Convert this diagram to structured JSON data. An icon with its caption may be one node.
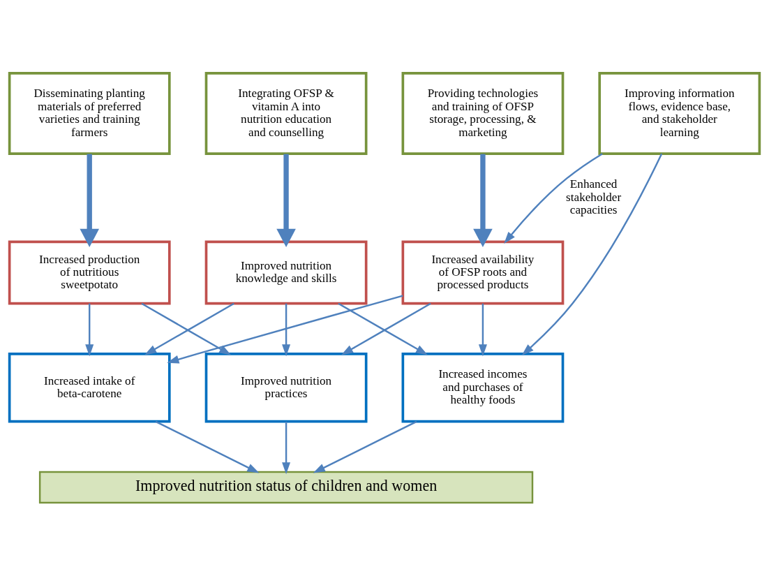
{
  "diagram": {
    "nodes": [
      {
        "text": [
          "Disseminating planting materials of preferred varieties and training farmers"
        ]
      },
      {
        "text": [
          "Integrating OFSP & vitamin A into nutrition education and counselling"
        ]
      },
      {
        "text": [
          "Providing technologies and training of OFSP storage, processing, & marketing"
        ]
      },
      {
        "text": [
          "Improving information flows, evidence base, and stakeholder learning"
        ]
      },
      {
        "text": [
          "Increased production of nutritious sweetpotato"
        ]
      },
      {
        "text": [
          "Improved nutrition knowledge and skills"
        ]
      },
      {
        "text": [
          "Increased availability of OFSP roots and processed products"
        ]
      },
      {
        "text": [
          "Increased intake of beta-carotene"
        ]
      },
      {
        "text": [
          "Improved nutrition practices"
        ]
      },
      {
        "text": [
          "Increased incomes and purchases of healthy foods"
        ]
      },
      {
        "text": [
          "Improved nutrition status of children and women"
        ]
      }
    ],
    "edges": [
      {
        "from": 0,
        "to": 4,
        "arrow": "to",
        "style": "thick"
      },
      {
        "from": 1,
        "to": 5,
        "arrow": "to",
        "style": "thick"
      },
      {
        "from": 2,
        "to": 6,
        "arrow": "to",
        "style": "thick"
      },
      {
        "from": 3,
        "to": 6,
        "arrow": "to",
        "label": "Enhanced stakeholder capacities"
      },
      {
        "from": 3,
        "to": 9,
        "arrow": "to"
      },
      {
        "from": 4,
        "to": 7,
        "arrow": "to"
      },
      {
        "from": 4,
        "to": 8,
        "arrow": "to"
      },
      {
        "from": 5,
        "to": 7,
        "arrow": "to"
      },
      {
        "from": 5,
        "to": 8,
        "arrow": "to"
      },
      {
        "from": 5,
        "to": 9,
        "arrow": "to"
      },
      {
        "from": 6,
        "to": 7,
        "arrow": "to"
      },
      {
        "from": 6,
        "to": 8,
        "arrow": "to"
      },
      {
        "from": 6,
        "to": 9,
        "arrow": "to"
      },
      {
        "from": 7,
        "to": 10,
        "arrow": "to"
      },
      {
        "from": 8,
        "to": 10,
        "arrow": "to"
      },
      {
        "from": 9,
        "to": 10,
        "arrow": "to"
      }
    ]
  }
}
